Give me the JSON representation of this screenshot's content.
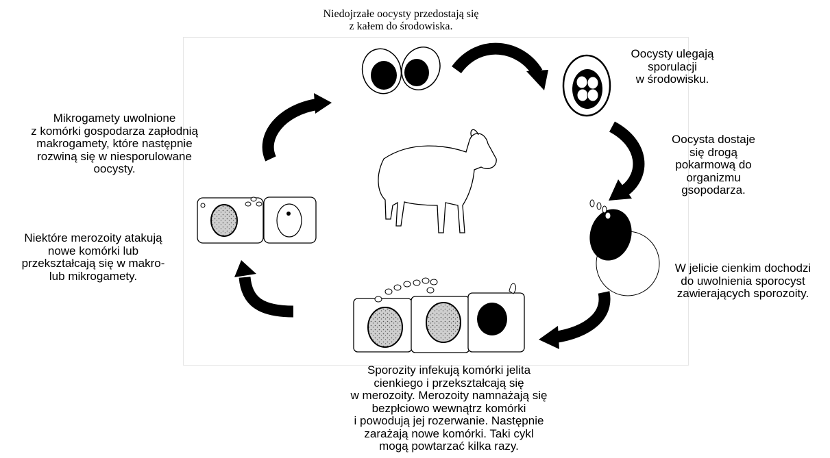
{
  "colors": {
    "ink": "#000000",
    "background": "#ffffff",
    "frame": "#e6e6e6"
  },
  "diagram": {
    "steps": {
      "step1": "Niedojrzałe oocysty przedostają się\nz kałem do środowiska.",
      "step2": "Oocysty ulegają\nsporulacji\nw środowisku.",
      "step3": "Oocysta dostaje\nsię drogą\npokarmową do\norganizmu\ngsopodarza.",
      "step4": "W jelicie cienkim dochodzi\ndo uwolnienia sporocyst\nzawierających sporozoity.",
      "step5": "Sporozity infekują komórki jelita\ncienkiego i przekształcają się\nw merozoity. Merozoity namnażają się\nbezpłciowo wewnątrz komórki\ni powodują jej rozerwanie. Następnie\nzarażają nowe komórki. Taki cykl\nmogą powtarzać kilka razy.",
      "step6": "Niektóre merozoity atakują\nnowe komórki lub\nprzekształcają się w makro-\nlub mikrogamety.",
      "step7": "Mikrogamety uwolnione\nz komórki gospodarza zapłodnią\nmakrogamety, które następnie\nrozwiną się w niesporulowane\noocysty."
    }
  }
}
